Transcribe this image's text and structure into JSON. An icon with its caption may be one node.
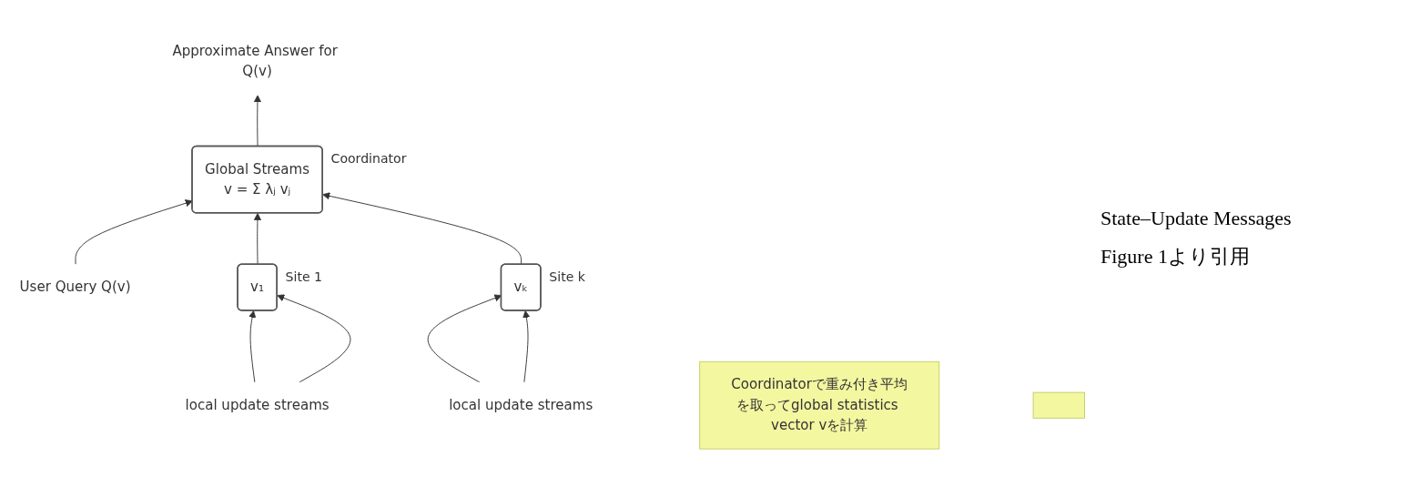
{
  "diagram": {
    "nodes": [
      {
        "text": [
          "User Query Q(v)"
        ]
      },
      {
        "text": [
          "Global Streams",
          "v = Σ λⱼ vⱼ"
        ],
        "beside": [
          "Coordinator"
        ]
      },
      {
        "text": [
          "Approximate Answer for Q(v)"
        ]
      },
      {
        "text": [
          "v₁"
        ],
        "beside": [
          "Site 1"
        ]
      },
      {
        "text": [
          "vₖ"
        ],
        "beside": [
          "Site k"
        ]
      },
      {
        "text": [
          "local update streams"
        ]
      },
      {
        "text": [
          "local update streams"
        ]
      },
      {
        "text": [
          "Coordinatorで重み付き平均を取ってglobal statistics vector vを計算"
        ]
      },
      {
        "text": [],
        "shape": "box"
      }
    ],
    "edges": [
      {
        "from": 0,
        "to": 1,
        "arrow": "to"
      },
      {
        "from": 1,
        "to": 2,
        "arrow": "to"
      },
      {
        "from": 3,
        "to": 1,
        "arrow": "to"
      },
      {
        "from": 4,
        "to": 1,
        "arrow": "to"
      },
      {
        "from": 5,
        "to": 3,
        "arrow": "to"
      },
      {
        "from": 5,
        "to": 3,
        "arrow": "to"
      },
      {
        "from": 6,
        "to": 4,
        "arrow": "to"
      },
      {
        "from": 6,
        "to": 4,
        "arrow": "to"
      }
    ],
    "labels": [
      "State–Update Messages",
      "Figure 1より引用"
    ]
  }
}
